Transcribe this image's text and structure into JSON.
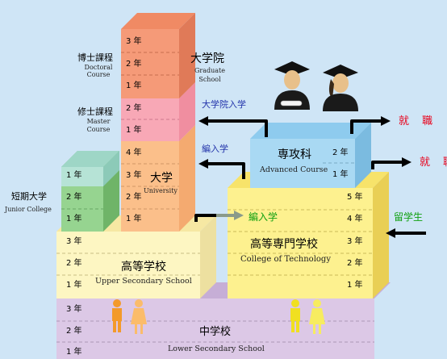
{
  "graduate": {
    "title": "大学院",
    "sub_en_1": "Graduate",
    "sub_en_2": "School",
    "doctoral": {
      "label": "博士課程",
      "en_1": "Doctoral",
      "en_2": "Course",
      "years": [
        "3 年",
        "2 年",
        "1 年"
      ]
    },
    "master": {
      "label": "修士課程",
      "en_1": "Master",
      "en_2": "Course",
      "years": [
        "2 年",
        "1 年"
      ]
    }
  },
  "university": {
    "title": "大学",
    "en": "University",
    "years": [
      "4 年",
      "3 年",
      "2 年",
      "1 年"
    ]
  },
  "junior_college": {
    "label": "短期大学",
    "en": "Junior College",
    "years": [
      "1 年",
      "2 年",
      "1 年"
    ]
  },
  "upper_secondary": {
    "title": "高等学校",
    "en": "Upper Secondary School",
    "years": [
      "3 年",
      "2 年",
      "1 年"
    ]
  },
  "advanced_course": {
    "title": "専攻科",
    "en": "Advanced Course",
    "years": [
      "2 年",
      "1 年"
    ]
  },
  "college_tech": {
    "title": "高等専門学校",
    "en": "College of Technology",
    "years": [
      "5 年",
      "4 年",
      "3 年",
      "2 年",
      "1 年"
    ]
  },
  "lower_secondary": {
    "title": "中学校",
    "en": "Lower Secondary School",
    "years": [
      "3 年",
      "2 年",
      "1 年"
    ]
  },
  "arrows": {
    "grad_entry": "大学院入学",
    "univ_transfer": "編入学",
    "tech_transfer": "編入学",
    "international": "留学生",
    "employment_1": "就 職",
    "employment_2": "就 職"
  },
  "colors": {
    "background": "#cfe5f6",
    "doctoral": "#f59a78",
    "master": "#f8a8b6",
    "university": "#fbbf8a",
    "junior": "#96d490",
    "upper": "#fdf6c2",
    "tech": "#fdf18f",
    "advanced": "#a9d9f3",
    "lower": "#dcc8e6"
  }
}
